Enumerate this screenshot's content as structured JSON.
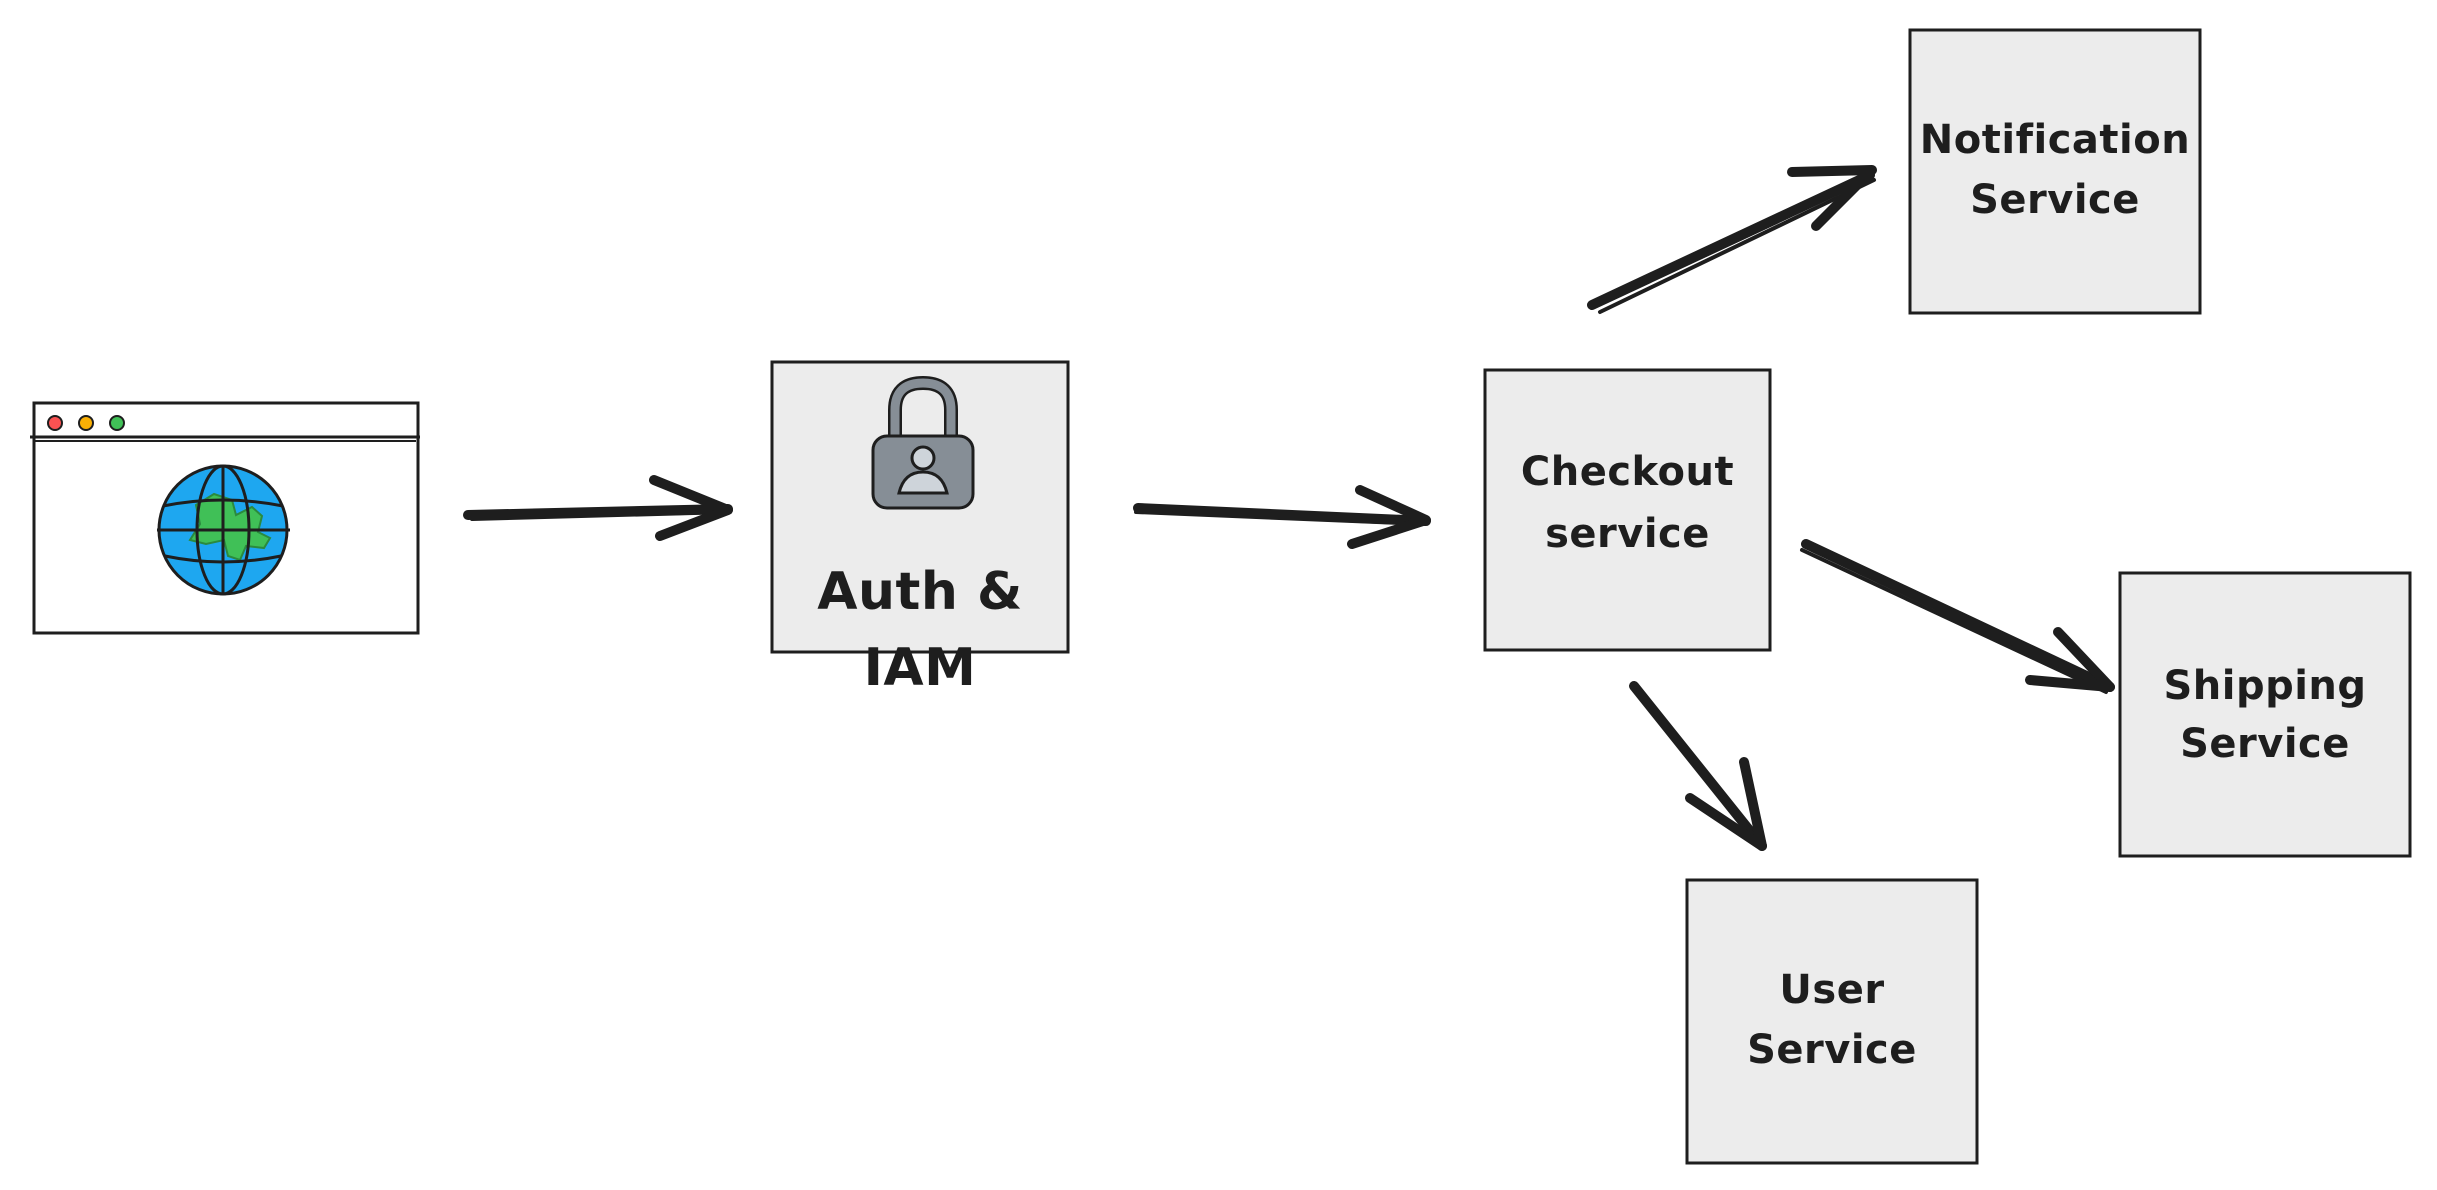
{
  "nodes": {
    "browser": {
      "icon": "browser-globe-icon"
    },
    "auth": {
      "label": "Auth &\nIAM",
      "icon": "padlock-user-icon"
    },
    "checkout": {
      "label": "Checkout\nservice"
    },
    "notification": {
      "label": "Notification\nService"
    },
    "shipping": {
      "label": "Shipping\nService"
    },
    "user": {
      "label": "User\nService"
    }
  },
  "edges": [
    {
      "from": "browser",
      "to": "auth"
    },
    {
      "from": "auth",
      "to": "checkout"
    },
    {
      "from": "checkout",
      "to": "notification"
    },
    {
      "from": "checkout",
      "to": "shipping"
    },
    {
      "from": "checkout",
      "to": "user"
    }
  ],
  "colors": {
    "box_fill": "#ececec",
    "stroke": "#1e1e1e",
    "globe_ocean": "#1ea7f0",
    "globe_land": "#40c057",
    "lock": "#868e96",
    "dot_red": "#fa5252",
    "dot_yellow": "#fab005",
    "dot_green": "#40c057"
  }
}
